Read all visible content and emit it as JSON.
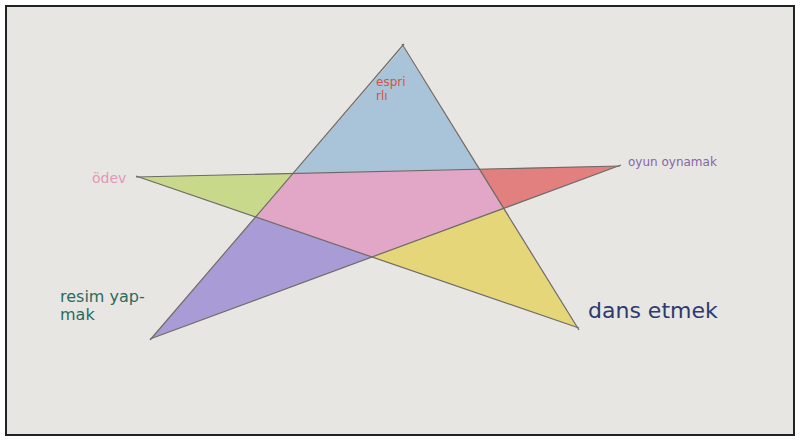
{
  "diagram": {
    "labels": [
      "espri rlı",
      "ödev",
      "oyun oynamak",
      "resim yap- mak",
      "dans etmek"
    ]
  }
}
